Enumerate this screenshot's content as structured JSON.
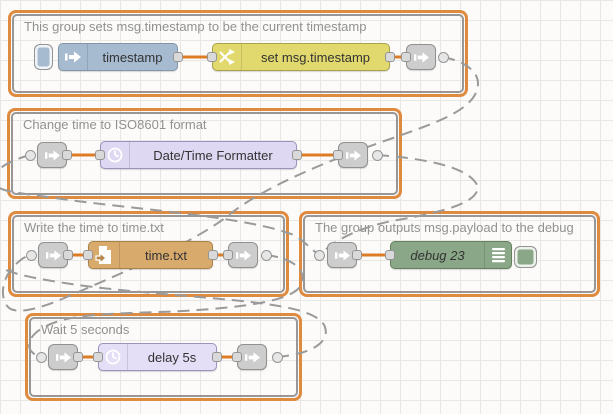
{
  "groups": [
    {
      "label": "This group sets msg.timestamp to be the current timestamp"
    },
    {
      "label": "Change time to ISO8601 format"
    },
    {
      "label": "Write the time to time.txt"
    },
    {
      "label": "The group outputs msg.payload to the debug"
    },
    {
      "label": "Wait 5 seconds"
    }
  ],
  "nodes": {
    "inject": {
      "label": "timestamp",
      "fill": "#a6bbcf",
      "icon": "inject-arrow-icon"
    },
    "change": {
      "label": "set msg.timestamp",
      "fill": "#e2d96e",
      "icon": "shuffle-icon"
    },
    "datetime": {
      "label": "Date/Time Formatter",
      "fill": "#ded8f2",
      "icon": "clock-icon"
    },
    "file": {
      "label": "time.txt",
      "fill": "#d8ab6d",
      "icon": "file-write-icon"
    },
    "debug": {
      "label": "debug 23",
      "fill": "#8aa887",
      "icon": "debug-lines-icon"
    },
    "delay": {
      "label": "delay 5s",
      "fill": "#e4def6",
      "icon": "clock-icon"
    }
  },
  "colors": {
    "group_border": "#de8a3f",
    "group_inner_border": "#979797",
    "wire": "#de7c26",
    "link_wire": "#9a9a9a",
    "grid": "#e9e7e4",
    "port_fill": "#d9d9d9",
    "group_label_text": "#919191",
    "node_label_text": "#333333"
  }
}
